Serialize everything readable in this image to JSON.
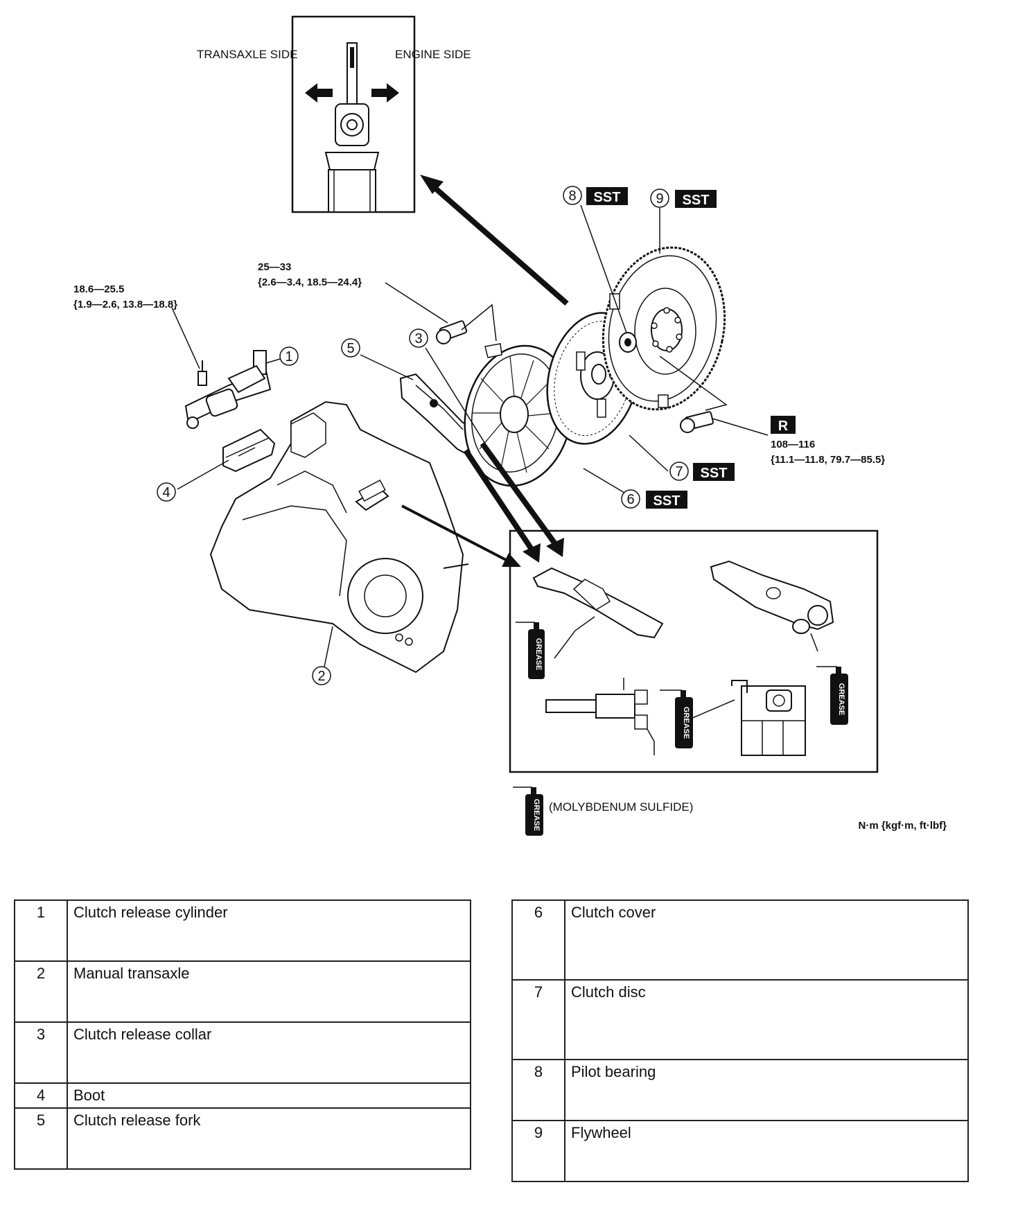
{
  "inset_top": {
    "left_label": "TRANSAXLE SIDE",
    "right_label": "ENGINE SIDE"
  },
  "torque_specs": {
    "release_cylinder": {
      "line1": "18.6—25.5",
      "line2": "{1.9—2.6, 13.8—18.8}"
    },
    "clutch_cover": {
      "line1": "25—33",
      "line2": "{2.6—3.4, 18.5—24.4}"
    },
    "flywheel": {
      "badge": "R",
      "line1": "108—116",
      "line2": "{11.1—11.8, 79.7—85.5}"
    }
  },
  "callouts": {
    "c1": "1",
    "c2": "2",
    "c3": "3",
    "c4": "4",
    "c5": "5",
    "c6": "6",
    "c7": "7",
    "c8": "8",
    "c9": "9"
  },
  "sst_badge": "SST",
  "grease_label": "GREASE",
  "legend": {
    "grease_note": "(MOLYBDENUM SULFIDE)",
    "units": "N·m {kgf·m, ft·lbf}"
  },
  "parts_left": [
    {
      "num": "1",
      "name": "Clutch release cylinder"
    },
    {
      "num": "2",
      "name": "Manual transaxle"
    },
    {
      "num": "3",
      "name": "Clutch release collar"
    },
    {
      "num": "4",
      "name": "Boot"
    },
    {
      "num": "5",
      "name": "Clutch release fork"
    }
  ],
  "parts_right": [
    {
      "num": "6",
      "name": "Clutch cover"
    },
    {
      "num": "7",
      "name": "Clutch disc"
    },
    {
      "num": "8",
      "name": "Pilot bearing"
    },
    {
      "num": "9",
      "name": "Flywheel"
    }
  ]
}
